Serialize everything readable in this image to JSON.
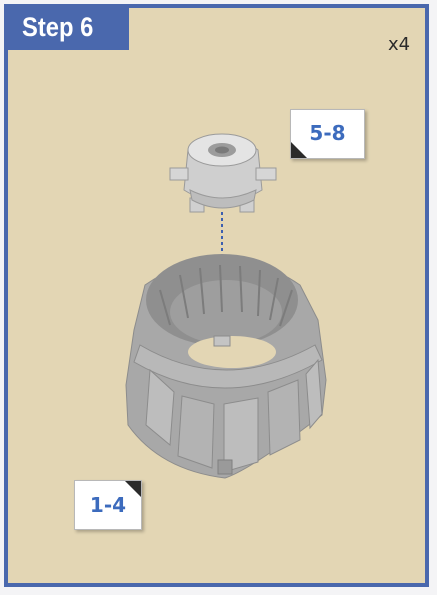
{
  "step": {
    "title": "Step 6"
  },
  "quantity": "x4",
  "callouts": {
    "top_part": "5-8",
    "bottom_part": "1-4"
  },
  "colors": {
    "accent_blue": "#4a68ad",
    "panel_tan": "#e3d6b4",
    "label_blue": "#3c6bbd",
    "part_grey": "#a9a9a9"
  },
  "icons": {
    "top_part": "cap-part-illustration",
    "bottom_part": "cone-shell-illustration"
  }
}
